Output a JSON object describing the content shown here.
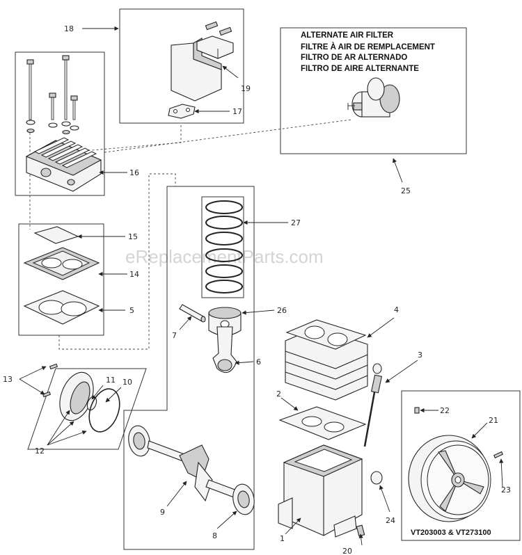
{
  "watermark": "eReplacementParts.com",
  "alternate_filter": {
    "lines": [
      "ALTERNATE AIR FILTER",
      "FILTRE À AIR DE REMPLACEMENT",
      "FILTRO DE AR ALTERNADO",
      "FILTRO DE AIRE ALTERNANTE"
    ]
  },
  "wheel_models": "VT203003 & VT273100",
  "callouts": {
    "c1": "1",
    "c2": "2",
    "c3": "3",
    "c4": "4",
    "c5": "5",
    "c6": "6",
    "c7": "7",
    "c8": "8",
    "c9": "9",
    "c10": "10",
    "c11": "11",
    "c12": "12",
    "c13": "13",
    "c14": "14",
    "c15": "15",
    "c16": "16",
    "c17": "17",
    "c18": "18",
    "c19": "19",
    "c20": "20",
    "c21": "21",
    "c22": "22",
    "c23": "23",
    "c24": "24",
    "c25": "25",
    "c26": "26",
    "c27": "27"
  }
}
